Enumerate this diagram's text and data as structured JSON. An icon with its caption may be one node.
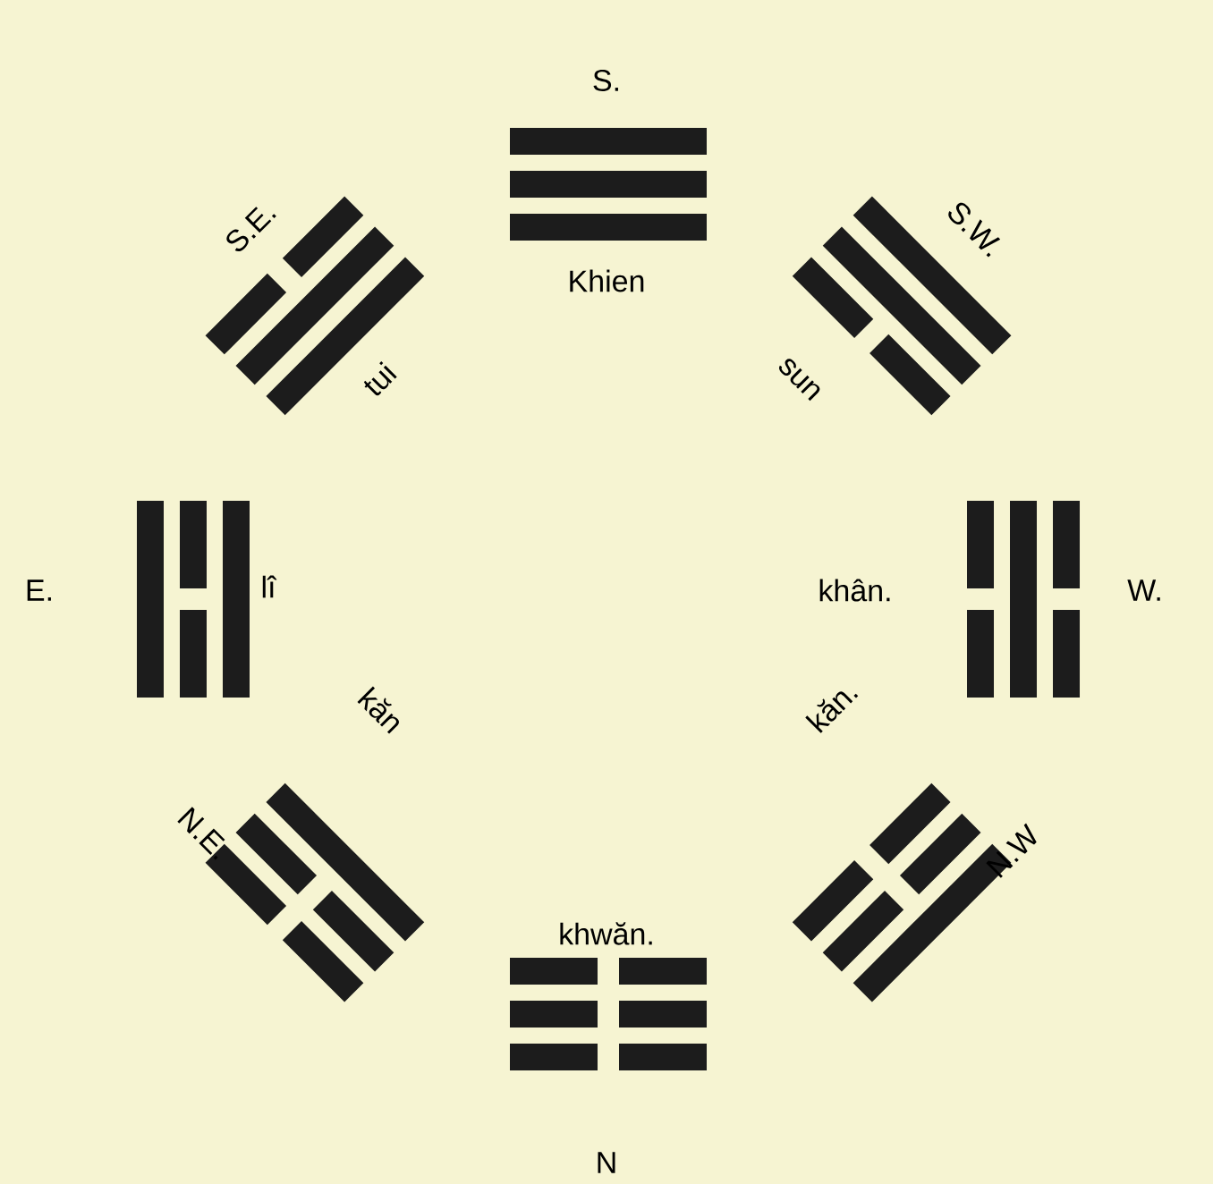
{
  "diagram": {
    "nodes": [
      {
        "text": [
          "S.",
          "Khien"
        ]
      },
      {
        "text": [
          "S.E.",
          "tui"
        ]
      },
      {
        "text": [
          "S.W.",
          "sun"
        ]
      },
      {
        "text": [
          "E.",
          "lî"
        ]
      },
      {
        "text": [
          "khân.",
          "W."
        ]
      },
      {
        "text": [
          "kăn",
          "N.E."
        ]
      },
      {
        "text": [
          "kăn.",
          "N.W"
        ]
      },
      {
        "text": [
          "khwăn.",
          "N"
        ]
      }
    ]
  }
}
